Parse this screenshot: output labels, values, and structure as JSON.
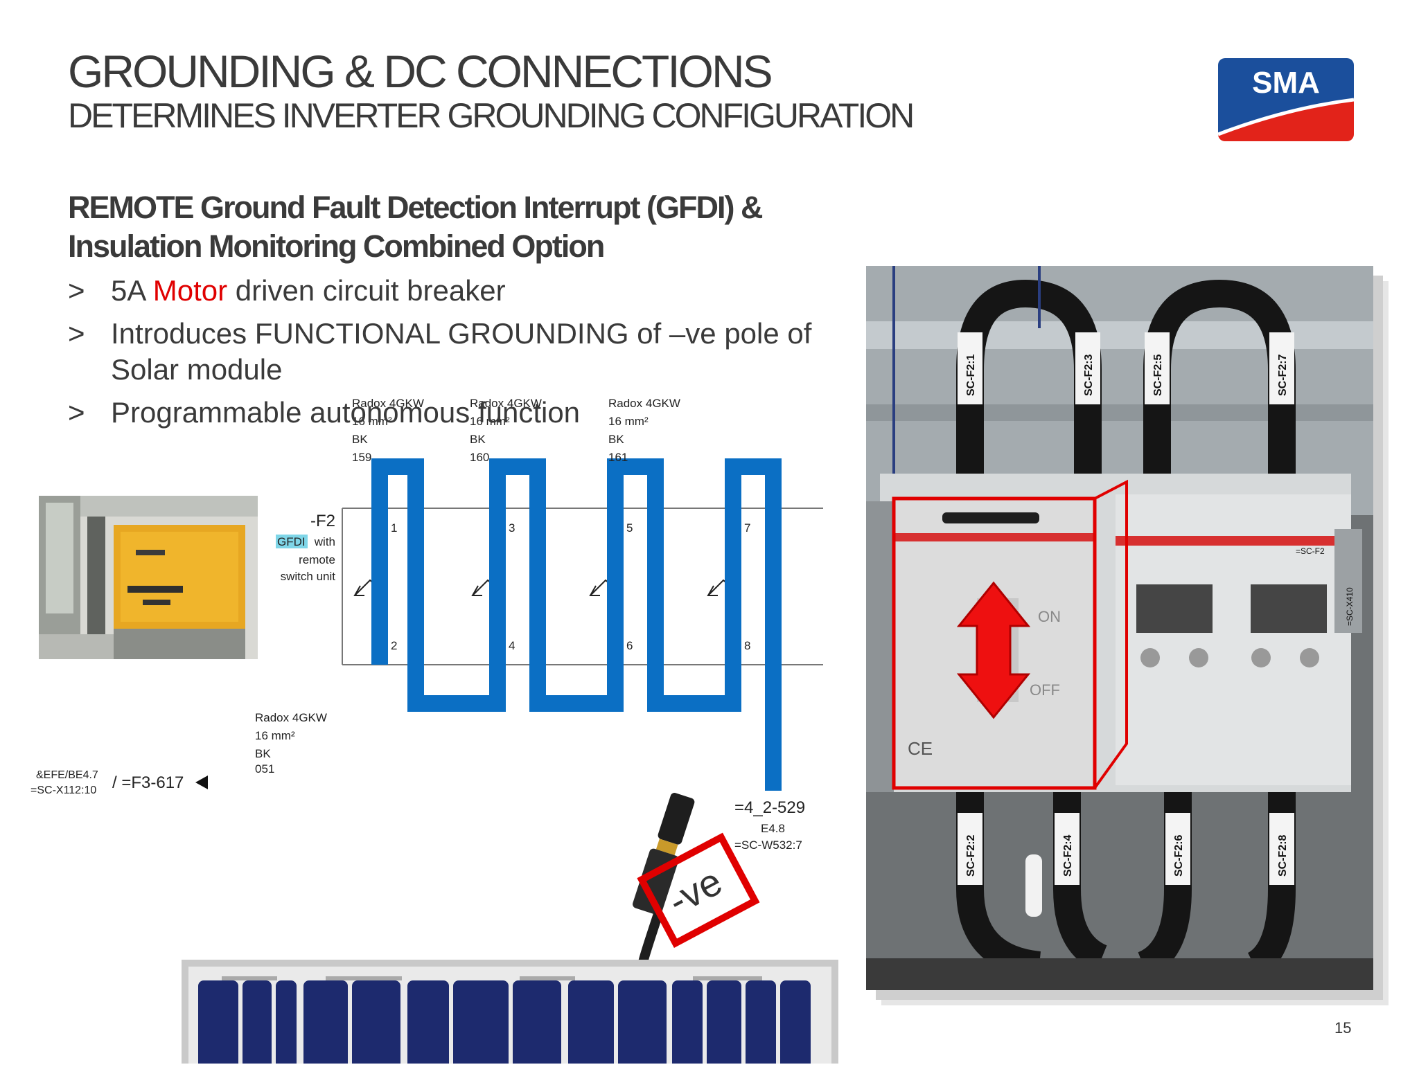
{
  "slide": {
    "title": "GROUNDING & DC CONNECTIONS",
    "subtitle": "DETERMINES INVERTER GROUNDING CONFIGURATION",
    "heading_line1": "REMOTE Ground Fault Detection Interrupt (GFDI) &",
    "heading_line2": "Insulation Monitoring Combined Option",
    "bullet_marker": ">",
    "bullets": [
      {
        "pre": "5A ",
        "red": "Motor",
        "post": " driven circuit breaker"
      },
      {
        "pre": "Introduces FUNCTIONAL GROUNDING of –ve pole of",
        "red": "",
        "post": ""
      },
      {
        "pre": "Solar module",
        "red": "",
        "post": ""
      },
      {
        "pre": "Programmable autonomous function",
        "red": "",
        "post": ""
      }
    ],
    "page_number": "15"
  },
  "logo": {
    "text": "SMA",
    "blue": "#1b4f9c",
    "red": "#e2231a"
  },
  "diagram": {
    "cables": [
      {
        "type": "Radox 4GKW",
        "size": "16 mm²",
        "color": "BK",
        "number": "159"
      },
      {
        "type": "Radox 4GKW",
        "size": "16 mm²",
        "color": "BK",
        "number": "160"
      },
      {
        "type": "Radox 4GKW",
        "size": "16 mm²",
        "color": "BK",
        "number": "161"
      }
    ],
    "device_label": "-F2",
    "gfdi_tag": "GFDI",
    "device_desc": [
      "with",
      "remote",
      "switch unit"
    ],
    "terminals_top": [
      "1",
      "3",
      "5",
      "7"
    ],
    "terminals_bottom": [
      "2",
      "4",
      "6",
      "8"
    ],
    "cable_bottom": {
      "type": "Radox 4GKW",
      "size": "16 mm²",
      "color": "BK",
      "number": "051"
    },
    "left_ref_1": "&EFE/BE4.7",
    "left_ref_2": "=SC-X112:10",
    "left_conn": "/ =F3-617",
    "right_ref_1": "=4_2-529",
    "right_ref_2": "E4.8",
    "right_ref_3": "=SC-W532:7",
    "neg_label": "-ve",
    "colors": {
      "wire": "#0b6fc4",
      "ground_top": "#1a9a3a",
      "ground_bottom": "#f0f000",
      "highlight": "#e00000"
    }
  },
  "photo": {
    "cable_tags_top": [
      "SC-F2:1",
      "SC-F2:3",
      "SC-F2:5",
      "SC-F2:7"
    ],
    "cable_tags_bottom": [
      "SC-F2:2",
      "SC-F2:4",
      "SC-F2:6",
      "SC-F2:8"
    ],
    "breaker_on": "ON",
    "breaker_off": "OFF",
    "breaker_tag": "=SC-F2",
    "terminal_tag": "=SC-X410",
    "ce_mark": "CE"
  }
}
